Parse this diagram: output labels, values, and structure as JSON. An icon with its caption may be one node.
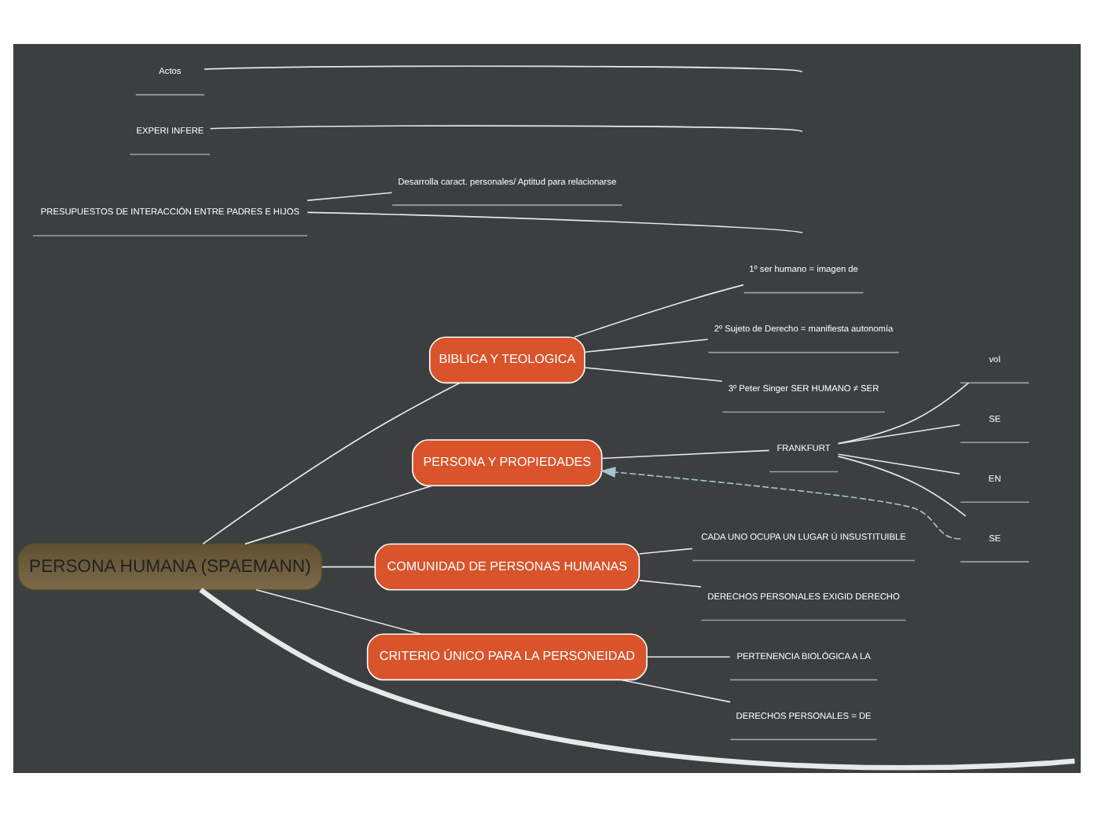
{
  "diagram": {
    "nodes": [
      {
        "text": [
          "PERSONA HUMANA (SPAEMANN)"
        ]
      },
      {
        "text": [
          "BIBLICA Y TEOLOGICA"
        ]
      },
      {
        "text": [
          "1º ser humano = imagen de"
        ]
      },
      {
        "text": [
          "2º Sujeto de Derecho = manifiesta autonomía"
        ]
      },
      {
        "text": [
          "3º Peter Singer SER HUMANO ≠ SER"
        ]
      },
      {
        "text": [
          "PERSONA Y PROPIEDADES"
        ]
      },
      {
        "text": [
          "FRANKFURT"
        ]
      },
      {
        "text": [
          "vol"
        ]
      },
      {
        "text": [
          "SE"
        ]
      },
      {
        "text": [
          "EN"
        ]
      },
      {
        "text": [
          "SE"
        ]
      },
      {
        "text": [
          "PRESUPUESTOS DE INTERACCIÓN ENTRE PADRES E HIJOS"
        ]
      },
      {
        "text": [
          "Desarrolla caract. personales/ Aptitud para relacionarse"
        ]
      },
      {
        "text": [
          "EXPERI INFERE"
        ]
      },
      {
        "text": [
          "Actos"
        ]
      },
      {
        "text": [
          "COMUNIDAD DE PERSONAS HUMANAS"
        ]
      },
      {
        "text": [
          "CADA UNO OCUPA UN LUGAR Ú INSUSTITUIBLE"
        ]
      },
      {
        "text": [
          "DERECHOS PERSONALES EXIGID DERECHO"
        ]
      },
      {
        "text": [
          "CRITERIO ÚNICO PARA LA PERSONEIDAD"
        ]
      },
      {
        "text": [
          "PERTENENCIA BIOLÓGICA A LA"
        ]
      },
      {
        "text": [
          "DERECHOS PERSONALES = DE"
        ]
      }
    ],
    "edges": [
      {
        "from": 0,
        "to": 1,
        "arrow": "none"
      },
      {
        "from": 1,
        "to": 2,
        "arrow": "none"
      },
      {
        "from": 1,
        "to": 3,
        "arrow": "none"
      },
      {
        "from": 1,
        "to": 4,
        "arrow": "none"
      },
      {
        "from": 0,
        "to": 5,
        "arrow": "none"
      },
      {
        "from": 5,
        "to": 6,
        "arrow": "none"
      },
      {
        "from": 6,
        "to": 7,
        "arrow": "none"
      },
      {
        "from": 6,
        "to": 8,
        "arrow": "none"
      },
      {
        "from": 6,
        "to": 9,
        "arrow": "none"
      },
      {
        "from": 6,
        "to": 10,
        "arrow": "none"
      },
      {
        "from": 10,
        "to": 5,
        "arrow": "to",
        "style": "dashed",
        "color": "#a9c4c8"
      },
      {
        "from": 0,
        "to": null,
        "arrow": "none",
        "style": "thick"
      },
      {
        "from": null,
        "to": 11,
        "arrow": "none"
      },
      {
        "from": 11,
        "to": 12,
        "arrow": "none"
      },
      {
        "from": null,
        "to": 13,
        "arrow": "none"
      },
      {
        "from": null,
        "to": 14,
        "arrow": "none"
      },
      {
        "from": 0,
        "to": 15,
        "arrow": "none"
      },
      {
        "from": 15,
        "to": 16,
        "arrow": "none"
      },
      {
        "from": 15,
        "to": 17,
        "arrow": "none"
      },
      {
        "from": 0,
        "to": 18,
        "arrow": "none"
      },
      {
        "from": 18,
        "to": 19,
        "arrow": "none"
      },
      {
        "from": 18,
        "to": 20,
        "arrow": "none"
      }
    ]
  }
}
